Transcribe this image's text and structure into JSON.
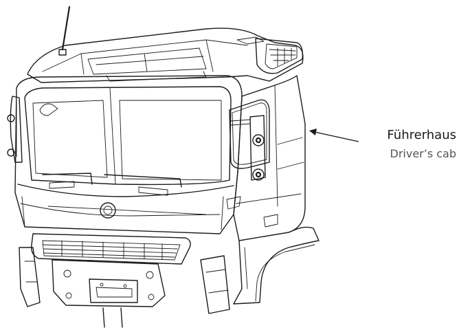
{
  "diagram": {
    "subject_icon": "truck-cab-line-drawing",
    "labels": {
      "german": "Führerhaus",
      "english": "Driver’s cab"
    },
    "colors": {
      "line": "#1b1b1b",
      "label_primary": "#1a1a1a",
      "label_secondary": "#555555",
      "background": "#ffffff"
    }
  }
}
